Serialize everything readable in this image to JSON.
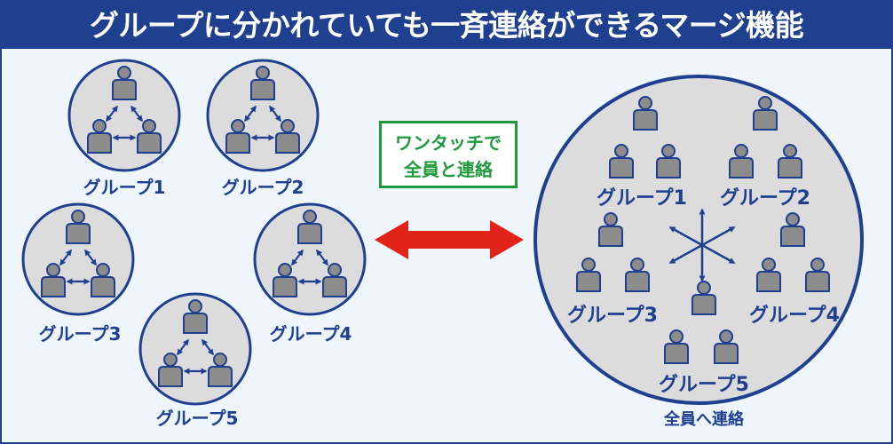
{
  "title": "グループに分かれていても一斉連絡ができるマージ機能",
  "callout": {
    "line1": "ワンタッチで",
    "line2": "全員と連絡"
  },
  "groups": [
    "グループ1",
    "グループ2",
    "グループ3",
    "グループ4",
    "グループ5"
  ],
  "merged": {
    "group_labels": [
      "グループ1",
      "グループ2",
      "グループ3",
      "グループ4",
      "グループ5"
    ],
    "caption": "全員へ連絡"
  },
  "colors": {
    "navy": "#1f3f8f",
    "person": "#8c8c8c",
    "circle_fill": "#dcdcdc",
    "background": "#eef5fb",
    "callout_green": "#1f9a3a",
    "arrow_red": "#e2231a"
  }
}
